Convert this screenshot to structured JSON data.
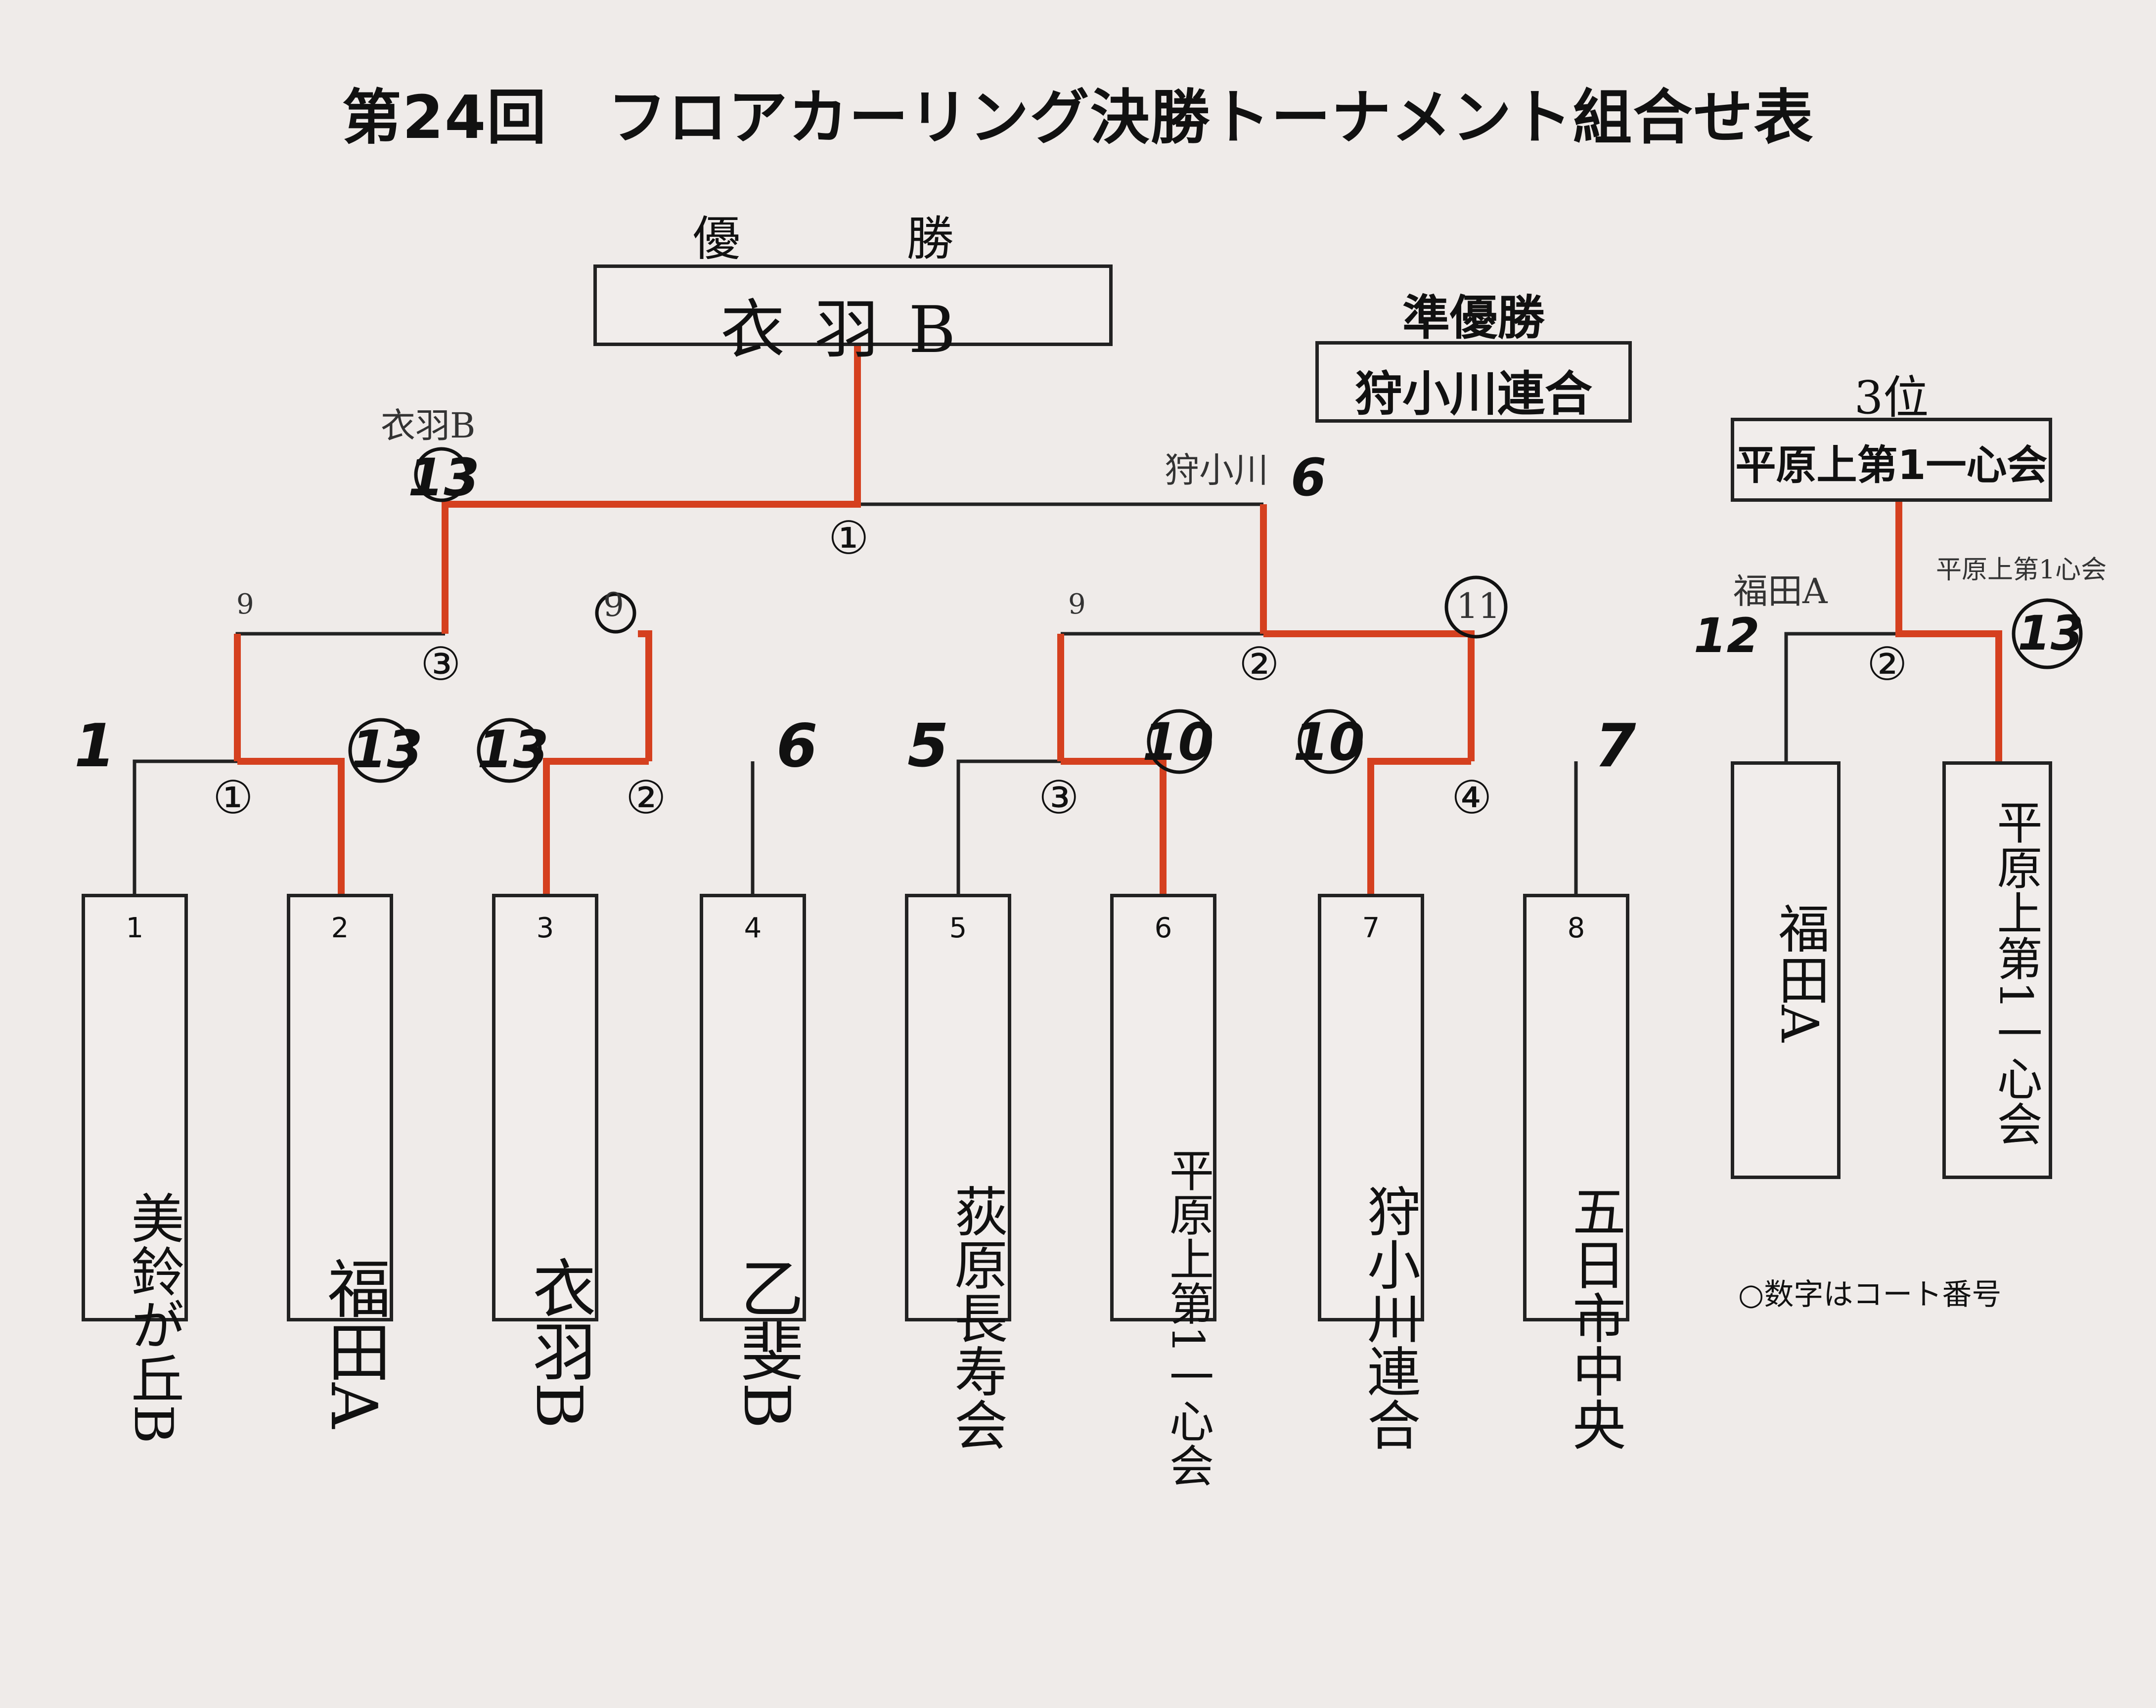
{
  "title": "第24回　フロアカーリング決勝トーナメント組合せ表",
  "champion": {
    "heading": "優　勝",
    "name": "衣羽B"
  },
  "runner_up": {
    "heading": "準優勝",
    "name": "狩小川連合"
  },
  "third_place": {
    "heading": "3位",
    "name": "平原上第1一心会"
  },
  "teams": [
    {
      "num": "1",
      "name": "美鈴が丘B",
      "seed": "1"
    },
    {
      "num": "2",
      "name": "福田A",
      "seed": "13"
    },
    {
      "num": "3",
      "name": "衣羽B",
      "seed": "13"
    },
    {
      "num": "4",
      "name": "乙斐B",
      "seed": "6"
    },
    {
      "num": "5",
      "name": "荻原長寿会",
      "seed": "5"
    },
    {
      "num": "6",
      "name": "平原上第1一心会",
      "seed": "10"
    },
    {
      "num": "7",
      "name": "狩小川連合",
      "seed": "10"
    },
    {
      "num": "8",
      "name": "五日市中央",
      "seed": "7"
    }
  ],
  "third_place_match": {
    "left_name": "福田A",
    "right_name": "平原上第1一心会",
    "left_score": "12",
    "right_score": "13",
    "left_note": "福田A",
    "right_note": "平原上第1心会",
    "court": "②"
  },
  "courts": {
    "first_round": [
      "①",
      "②",
      "③",
      "④"
    ],
    "semi_left": "③",
    "semi_right": "②",
    "final": "①",
    "third": "②"
  },
  "semi_scores": {
    "left_top_left": "9",
    "left_top_right": "9",
    "right_top_left": "9",
    "right_top_right": "11"
  },
  "final_scores": {
    "left": "13",
    "right": "6",
    "left_note": "衣羽B",
    "right_note": "狩小川"
  },
  "legend": "○数字はコート番号",
  "colors": {
    "win_line": "#d5401f",
    "line": "#222222",
    "paper": "#efebe9"
  }
}
